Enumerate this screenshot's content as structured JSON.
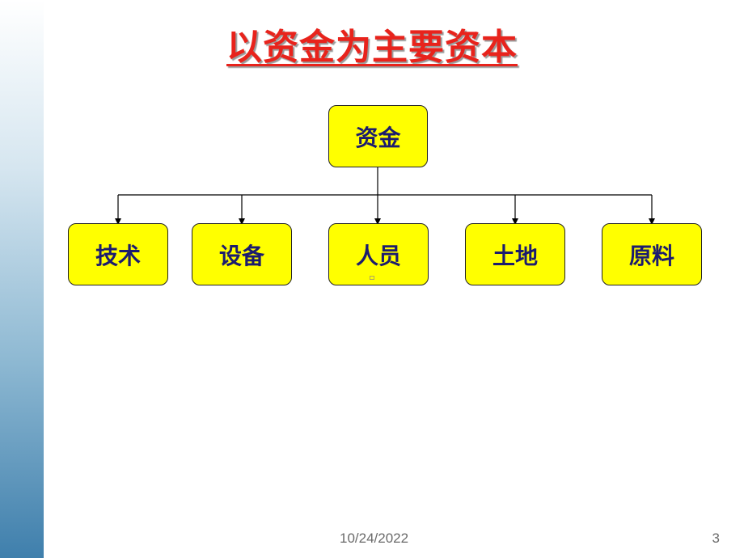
{
  "slide": {
    "title": "以资金为主要资本",
    "footer_date": "10/24/2022",
    "page_number": "3"
  },
  "diagram": {
    "root": "资金",
    "children": [
      "技术",
      "设备",
      "人员",
      "土地",
      "原料"
    ]
  },
  "colors": {
    "title": "#e8231c",
    "node_fill": "#ffff00",
    "node_text": "#1c1c6e",
    "connector": "#000000"
  }
}
